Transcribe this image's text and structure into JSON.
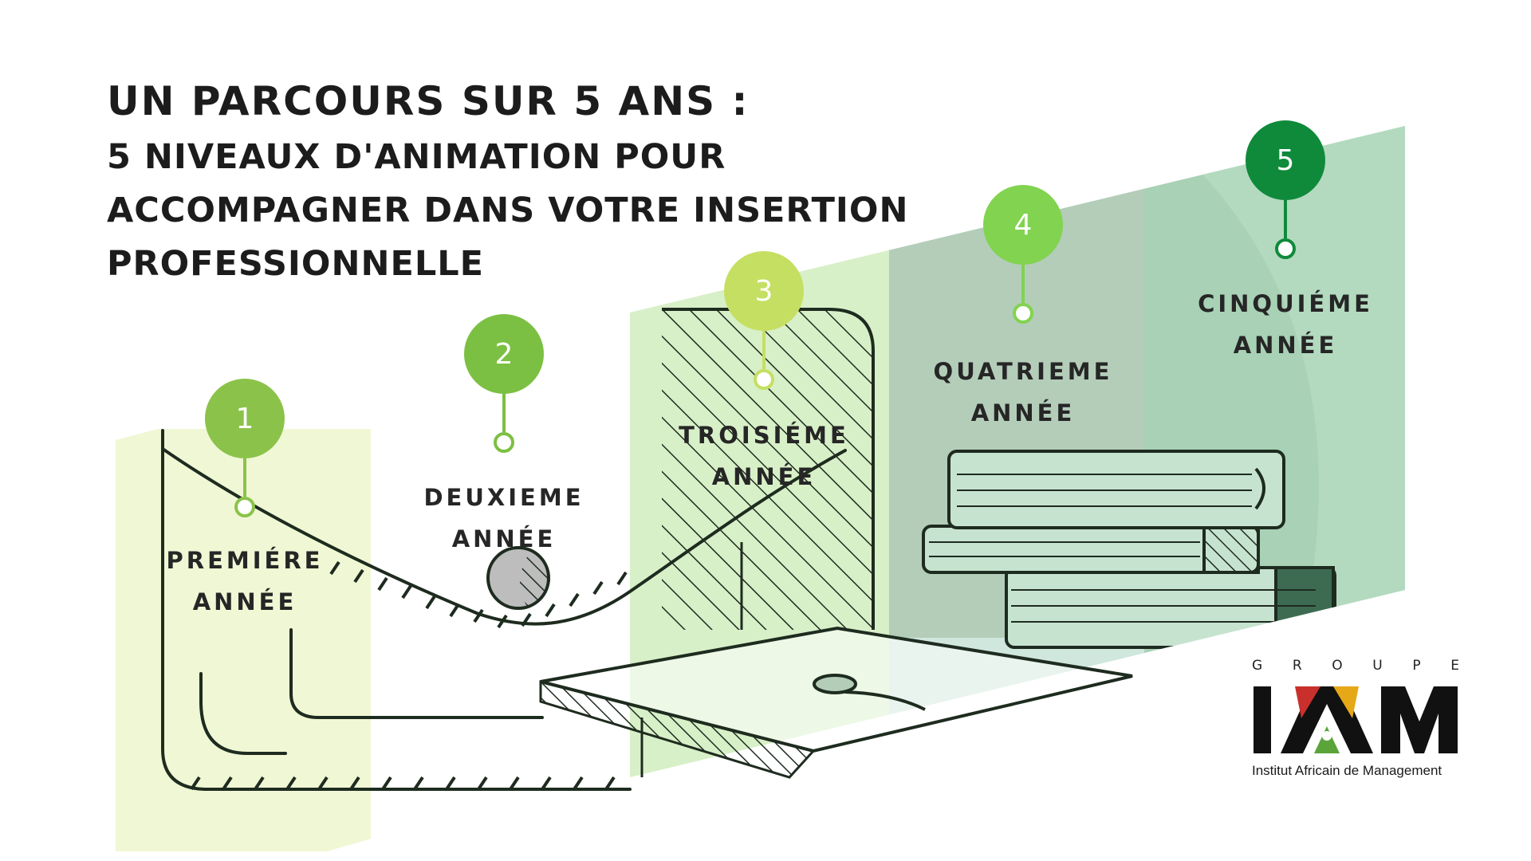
{
  "title": {
    "main": "UN PARCOURS  SUR  5 ANS :",
    "line1": "5 NIVEAUX D'ANIMATION POUR",
    "line2": "ACCOMPAGNER DANS VOTRE INSERTION",
    "line3": "PROFESSIONNELLE"
  },
  "steps": [
    {
      "number": "1",
      "label_l1": "PREMIÉRE",
      "label_l2": "ANNÉE",
      "color": "#8bc34a"
    },
    {
      "number": "2",
      "label_l1": "DEUXIEME",
      "label_l2": "ANNÉE",
      "color": "#7cc043"
    },
    {
      "number": "3",
      "label_l1": "TROISIÉME",
      "label_l2": "ANNÉE",
      "color": "#c5df63"
    },
    {
      "number": "4",
      "label_l1": "QUATRIEME",
      "label_l2": "ANNÉE",
      "color": "#82d34f"
    },
    {
      "number": "5",
      "label_l1": "CINQUIÉME",
      "label_l2": "ANNÉE",
      "color": "#0f8a3a"
    }
  ],
  "logo": {
    "groupe_letters": [
      "G",
      "R",
      "O",
      "U",
      "P",
      "E"
    ],
    "mark": "IAM",
    "tagline": "Institut Africain de Management"
  },
  "colors": {
    "panel_1": "#f0f7d4",
    "panel_3": "#d8f0c8",
    "panel_4": "#b3cdb9",
    "panel_5": "#a8d1b5",
    "line": "#1e2b1f",
    "book_cover": "#c6e3d0",
    "logo_red": "#c9302c",
    "logo_gold": "#e6a817",
    "logo_green": "#5aa43a"
  }
}
